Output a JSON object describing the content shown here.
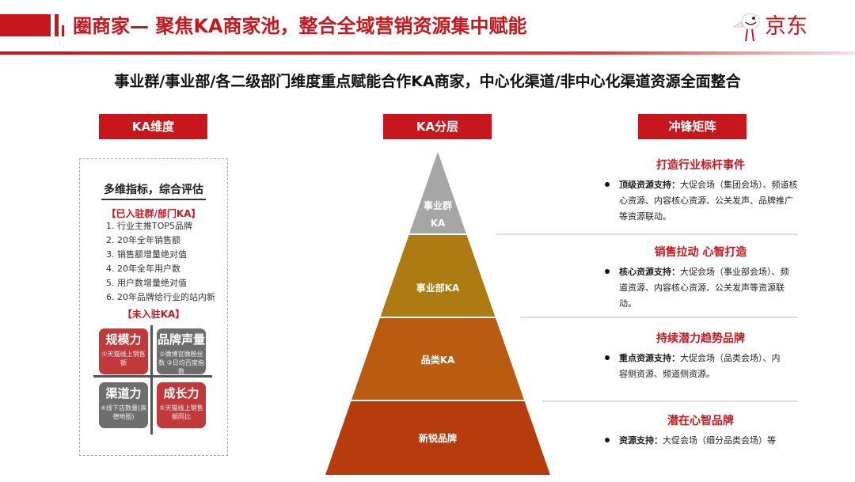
{
  "header": {
    "title": "圈商家— 聚焦KA商家池，整合全域营销资源集中赋能",
    "logo_text": "京东",
    "brand_color": "#c8161d"
  },
  "subtitle": "事业群/事业部/各二级部门维度重点赋能合作KA商家，中心化渠道/非中心化渠道资源全面整合",
  "columns": {
    "left_tag": "KA维度",
    "mid_tag": "KA分层",
    "right_tag": "冲锋矩阵"
  },
  "panel": {
    "heading": "多维指标，综合评估",
    "entered_label": "【已入驻群/部门KA】",
    "entered_items": [
      "1.  行业主推TOP5品牌",
      "2.  20年全年销售额",
      "3.  销售额增量绝对值",
      "4.   20年全年用户数",
      "5.   用户数增量绝对值",
      "6.  20年品牌给行业的站内新"
    ],
    "not_entered_label": "【未入驻KA】",
    "quadrants": [
      {
        "title": "规模力",
        "desc": "①天猫线上销售额"
      },
      {
        "title": "品牌声量",
        "desc": "②微博官微粉丝数 ③日均百度指数"
      },
      {
        "title": "渠道力",
        "desc": "④线下店数量(高德地图)"
      },
      {
        "title": "成长力",
        "desc": "⑤天猫线上销售额同比"
      }
    ]
  },
  "pyramid": {
    "levels": [
      {
        "label": "事业群KA",
        "color": "#a6a6a6"
      },
      {
        "label": "事业部KA",
        "color": "#ad7b12"
      },
      {
        "label": "品类KA",
        "color": "#b95c12"
      },
      {
        "label": "新锐品牌",
        "color": "#b63c0e"
      }
    ]
  },
  "matrix": [
    {
      "title": "打造行业标杆事件",
      "key": "顶级资源支持：",
      "text": "大促会场（集团会场）、频道核心资源、内容核心资源、公关发声、品牌推广等资源联动。"
    },
    {
      "title": "销售拉动 心智打造",
      "key": "核心资源支持：",
      "text": "大促会场（事业部会场）、频道资源、内容核心资源、公关发声等资源联动。"
    },
    {
      "title": "持续潜力趋势品牌",
      "key": "重点资源支持：",
      "text": "大促会场（品类会场）、内容侧资源、频道侧资源。"
    },
    {
      "title": "潜在心智品牌",
      "key": "资源支持：",
      "text": "大促会场（细分品类会场）等"
    }
  ]
}
